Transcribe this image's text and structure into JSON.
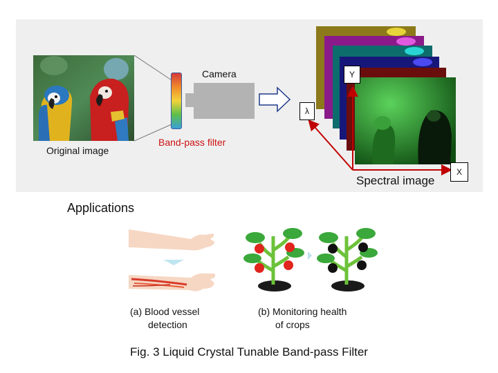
{
  "diagram": {
    "original_image_label": "Original image",
    "filter_label": "Band-pass filter",
    "camera_label": "Camera",
    "spectral_label": "Spectral image",
    "axis_lambda": "λ",
    "axis_y": "Y",
    "axis_x": "X"
  },
  "applications": {
    "heading": "Applications",
    "a_line1": "(a)  Blood vessel",
    "a_line2": "detection",
    "b_line1": "(b) Monitoring health",
    "b_line2": "of crops"
  },
  "figure_caption": "Fig. 3 Liquid Crystal Tunable Band-pass Filter",
  "colors": {
    "filter_label": "#cc1111",
    "axis_arrows": "#c00000",
    "panel_bg": "#efefef",
    "camera": "#b3b3b3",
    "arrow_outline": "#1f3a8a"
  }
}
